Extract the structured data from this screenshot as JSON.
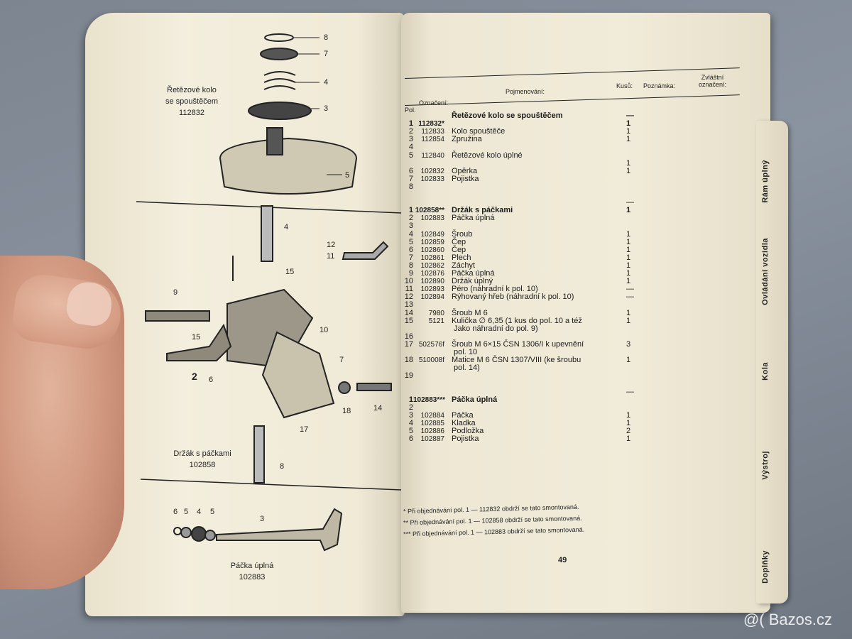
{
  "left_page": {
    "captions": [
      {
        "line1": "Řetězové kolo",
        "line2": "se spouštěčem",
        "code": "112832"
      },
      {
        "line1": "Držák s páčkami",
        "code": "102858"
      },
      {
        "line1": "Páčka úplná",
        "code": "102883"
      }
    ],
    "callouts": [
      "8",
      "7",
      "4",
      "3",
      "5",
      "4",
      "12",
      "11",
      "15",
      "9",
      "15",
      "10",
      "2",
      "6",
      "7",
      "18",
      "14",
      "17",
      "8",
      "6",
      "5",
      "4",
      "5",
      "3"
    ]
  },
  "right_page": {
    "header": {
      "pol": "Pol.",
      "oznaceni": "Označení:",
      "pojmenovani": "Pojmenování:",
      "kusu": "Kusů:",
      "poznamka": "Poznámka:",
      "zvlastni": "Zvláštní",
      "zvlastni2": "označení:"
    },
    "rows": [
      {
        "pos": "",
        "num": "",
        "name": "Řetězové kolo se spouštěčem",
        "qty": "—",
        "bold": true
      },
      {
        "pos": "1",
        "num": "112832*",
        "name": "",
        "qty": "1",
        "bold": true
      },
      {
        "pos": "2",
        "num": "112833",
        "name": "Kolo spouštěče",
        "qty": "1"
      },
      {
        "pos": "3",
        "num": "112854",
        "name": "Zpružina",
        "qty": "1"
      },
      {
        "pos": "4",
        "num": "",
        "name": "",
        "qty": ""
      },
      {
        "pos": "5",
        "num": "112840",
        "name": "Řetězové kolo úplné",
        "qty": ""
      },
      {
        "pos": "",
        "num": "",
        "name": "",
        "qty": "1"
      },
      {
        "pos": "6",
        "num": "102832",
        "name": "Opěrka",
        "qty": "1"
      },
      {
        "pos": "7",
        "num": "102833",
        "name": "Pojistka",
        "qty": ""
      },
      {
        "pos": "8",
        "num": "",
        "name": "",
        "qty": ""
      },
      {
        "pos": "",
        "num": "",
        "name": "",
        "qty": ""
      },
      {
        "pos": "",
        "num": "",
        "name": "",
        "qty": "—"
      },
      {
        "pos": "1",
        "num": "102858**",
        "name": "Držák s páčkami",
        "qty": "1",
        "bold": true
      },
      {
        "pos": "2",
        "num": "102883",
        "name": "Páčka úplná",
        "qty": ""
      },
      {
        "pos": "3",
        "num": "",
        "name": "",
        "qty": ""
      },
      {
        "pos": "4",
        "num": "102849",
        "name": "Šroub",
        "qty": "1"
      },
      {
        "pos": "5",
        "num": "102859",
        "name": "Čep",
        "qty": "1"
      },
      {
        "pos": "6",
        "num": "102860",
        "name": "Čep",
        "qty": "1"
      },
      {
        "pos": "7",
        "num": "102861",
        "name": "Plech",
        "qty": "1"
      },
      {
        "pos": "8",
        "num": "102862",
        "name": "Záchyt",
        "qty": "1"
      },
      {
        "pos": "9",
        "num": "102876",
        "name": "Páčka úplná",
        "qty": "1"
      },
      {
        "pos": "10",
        "num": "102890",
        "name": "Držák úplný",
        "qty": "1"
      },
      {
        "pos": "11",
        "num": "102893",
        "name": "Péro (náhradní k pol. 10)",
        "qty": "—"
      },
      {
        "pos": "12",
        "num": "102894",
        "name": "Rýhovaný hřeb (náhradní k pol. 10)",
        "qty": "—"
      },
      {
        "pos": "13",
        "num": "",
        "name": "",
        "qty": ""
      },
      {
        "pos": "14",
        "num": "7980",
        "name": "Šroub M 6",
        "qty": "1"
      },
      {
        "pos": "15",
        "num": "5121",
        "name": "Kulička ∅ 6,35 (1 kus do pol. 10 a též",
        "qty": "1"
      },
      {
        "pos": "",
        "num": "",
        "name": "    Jako náhradní do pol. 9)",
        "qty": ""
      },
      {
        "pos": "16",
        "num": "",
        "name": "",
        "qty": ""
      },
      {
        "pos": "17",
        "num": "502576f",
        "name": "Šroub M 6×15 ČSN 1306/I k upevnění",
        "qty": "3"
      },
      {
        "pos": "",
        "num": "",
        "name": "    pol. 10",
        "qty": ""
      },
      {
        "pos": "18",
        "num": "510008f",
        "name": "Matice M 6 ČSN 1307/VIII (ke šroubu",
        "qty": "1"
      },
      {
        "pos": "",
        "num": "",
        "name": "    pol. 14)",
        "qty": ""
      },
      {
        "pos": "19",
        "num": "",
        "name": "",
        "qty": ""
      },
      {
        "pos": "",
        "num": "",
        "name": "",
        "qty": ""
      },
      {
        "pos": "",
        "num": "",
        "name": "",
        "qty": "—"
      },
      {
        "pos": "1",
        "num": "102883***",
        "name": "Páčka úplná",
        "qty": "",
        "bold": true
      },
      {
        "pos": "2",
        "num": "",
        "name": "",
        "qty": ""
      },
      {
        "pos": "3",
        "num": "102884",
        "name": "Páčka",
        "qty": "1"
      },
      {
        "pos": "4",
        "num": "102885",
        "name": "Kladka",
        "qty": "1"
      },
      {
        "pos": "5",
        "num": "102886",
        "name": "Podložka",
        "qty": "2"
      },
      {
        "pos": "6",
        "num": "102887",
        "name": "Pojistka",
        "qty": "1"
      }
    ],
    "notes": [
      "* Při objednávání pol. 1 — 112832 obdrží se tato smontovaná.",
      "** Při objednávání pol. 1 — 102858 obdrží se tato smontovaná.",
      "*** Při objednávání pol. 1 — 102883 obdrží se tato smontovaná."
    ],
    "page_number": "49"
  },
  "tabs": [
    "Rám úplný",
    "Ovládání vozidla",
    "Kola",
    "Výstroj",
    "Doplňky"
  ],
  "watermark": "@( Bazos.cz"
}
